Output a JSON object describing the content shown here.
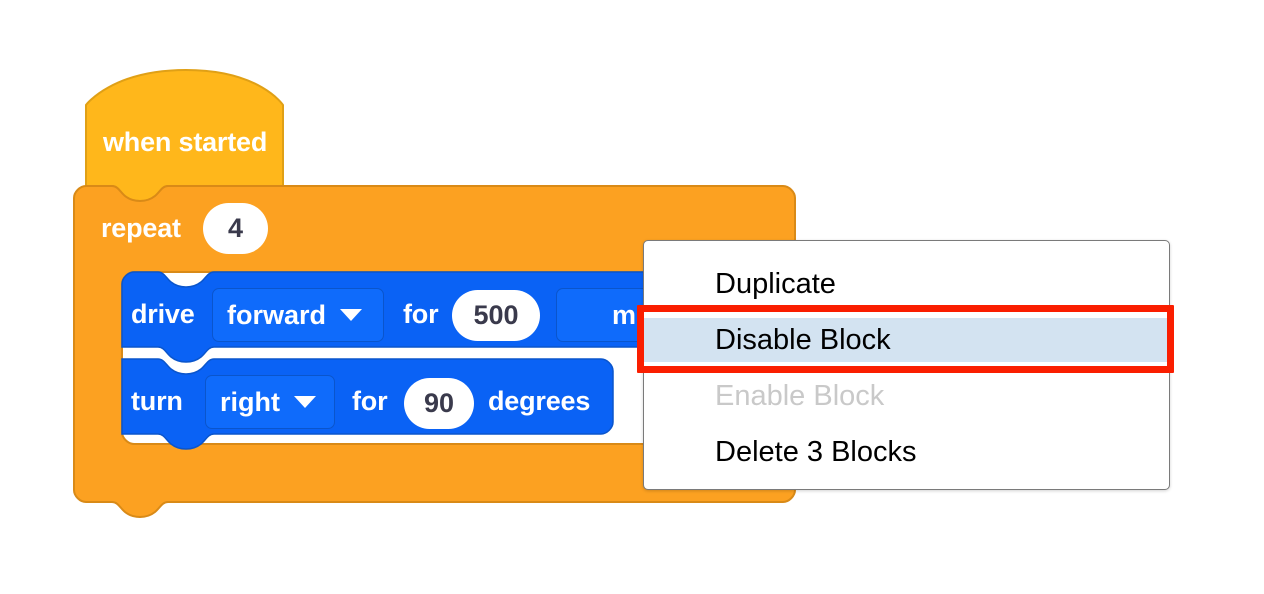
{
  "app": {
    "name": "vex-blocks-workspace",
    "background_color": "#ffffff"
  },
  "blocks": {
    "hat": {
      "label": "when started",
      "color": "#ffb71b",
      "stroke": "#e09d12",
      "text_color": "#ffffff"
    },
    "repeat": {
      "label": "repeat",
      "count": "4",
      "color": "#fca121",
      "stroke": "#d98a17",
      "text_color": "#ffffff"
    },
    "drive": {
      "verb": "drive",
      "direction": "forward",
      "direction_caret": "chevron-down-icon",
      "preposition": "for",
      "distance": "500",
      "unit": "mm",
      "color": "#0a62f5",
      "field_color": "#0f6bfb",
      "text_color": "#ffffff",
      "value_text_color": "#3a3a4c"
    },
    "turn": {
      "verb": "turn",
      "direction": "right",
      "direction_caret": "chevron-down-icon",
      "preposition": "for",
      "amount": "90",
      "unit": "degrees",
      "color": "#0a62f5",
      "field_color": "#0f6bfb",
      "text_color": "#ffffff",
      "value_text_color": "#3a3a4c"
    }
  },
  "context_menu": {
    "background": "#ffffff",
    "border_color": "#7a7a7a",
    "highlight_color": "#d3e3f1",
    "disabled_color": "#c9c9c9",
    "items": [
      {
        "label": "Duplicate",
        "state": "normal"
      },
      {
        "label": "Disable Block",
        "state": "highlighted"
      },
      {
        "label": "Enable Block",
        "state": "disabled"
      },
      {
        "label": "Delete 3 Blocks",
        "state": "normal"
      }
    ]
  },
  "annotation": {
    "type": "highlight-rectangle",
    "color": "#fa1e00",
    "targets": "Disable Block"
  }
}
